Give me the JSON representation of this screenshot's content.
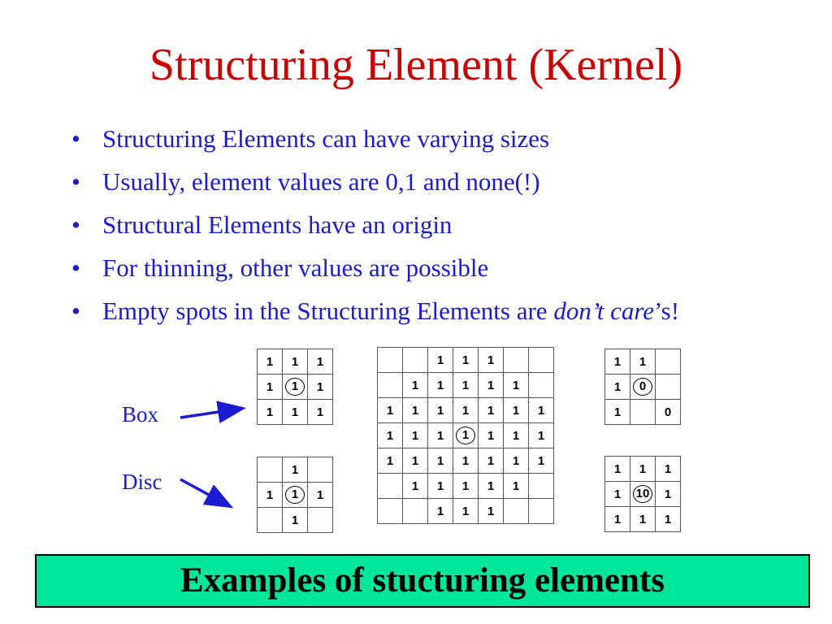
{
  "slide": {
    "title": "Structuring Element (Kernel)",
    "bullets": [
      {
        "text": "Structuring Elements can have varying sizes"
      },
      {
        "text": "Usually, element values are 0,1 and none(!)"
      },
      {
        "text": "Structural Elements have an origin"
      },
      {
        "text": "For thinning, other values are possible"
      },
      {
        "text_before": "Empty spots in the Structuring Elements are ",
        "text_italic": "don’t care",
        "text_after": "’s!"
      }
    ],
    "bullet_char": "•",
    "labels": {
      "box": "Box",
      "disc": "Disc"
    },
    "caption": "Examples of stucturing elements",
    "colors": {
      "title": "#cc0000",
      "text": "#1a1ad0",
      "caption_bg": "#00e69a"
    }
  },
  "kernels": {
    "box": [
      [
        "1",
        "1",
        "1"
      ],
      [
        "1",
        "(1)",
        "1"
      ],
      [
        "1",
        "1",
        "1"
      ]
    ],
    "disc3": [
      [
        "",
        "1",
        ""
      ],
      [
        "1",
        "(1)",
        "1"
      ],
      [
        "",
        "1",
        ""
      ]
    ],
    "disc7": [
      [
        "",
        "",
        "1",
        "1",
        "1",
        "",
        ""
      ],
      [
        "",
        "1",
        "1",
        "1",
        "1",
        "1",
        ""
      ],
      [
        "1",
        "1",
        "1",
        "1",
        "1",
        "1",
        "1"
      ],
      [
        "1",
        "1",
        "1",
        "(1)",
        "1",
        "1",
        "1"
      ],
      [
        "1",
        "1",
        "1",
        "1",
        "1",
        "1",
        "1"
      ],
      [
        "",
        "1",
        "1",
        "1",
        "1",
        "1",
        ""
      ],
      [
        "",
        "",
        "1",
        "1",
        "1",
        "",
        ""
      ]
    ],
    "corner": [
      [
        "1",
        "1",
        ""
      ],
      [
        "1",
        "(0)",
        ""
      ],
      [
        "1",
        "",
        "0"
      ]
    ],
    "full10": [
      [
        "1",
        "1",
        "1"
      ],
      [
        "1",
        "(10)",
        "1"
      ],
      [
        "1",
        "1",
        "1"
      ]
    ]
  }
}
